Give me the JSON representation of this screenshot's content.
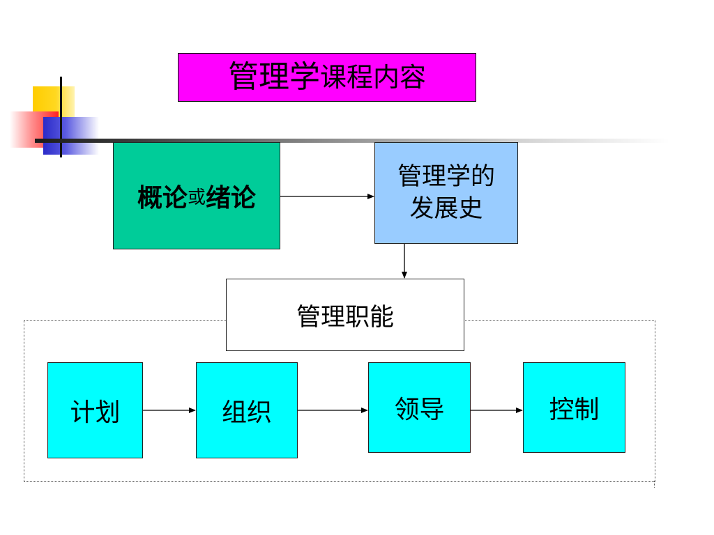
{
  "title": {
    "part1": "管理学",
    "part2": "课程内容"
  },
  "boxes": {
    "intro": {
      "bold_a": "概论",
      "connector": "或",
      "bold_b": "绪论"
    },
    "history": {
      "line1": "管理学的",
      "line2": "发展史"
    },
    "functions": "管理职能",
    "plan": "计划",
    "organize": "组织",
    "lead": "领导",
    "control": "控制"
  },
  "colors": {
    "title_bg": "#ff00ff",
    "intro_bg": "#00cc99",
    "history_bg": "#99ccff",
    "function_bg": "#00ffff"
  }
}
